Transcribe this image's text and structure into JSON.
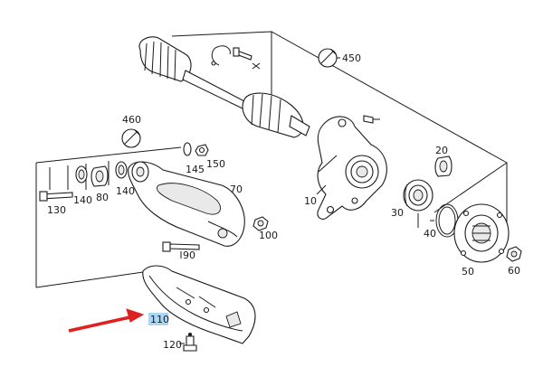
{
  "labels": {
    "p450": "450",
    "p460": "460",
    "p145": "145",
    "p150": "150",
    "p130": "130",
    "p140a": "140",
    "p80": "80",
    "p140b": "140",
    "p70": "70",
    "p100": "100",
    "p90": "90",
    "p10": "10",
    "p20": "20",
    "p30": "30",
    "p40": "40",
    "p60": "60",
    "p50": "50",
    "p110": "110",
    "p120": "120"
  },
  "highlight": {
    "part": "110",
    "color": "#a9d6f5"
  },
  "arrow": {
    "color": "#e02020",
    "points_to": "110"
  }
}
